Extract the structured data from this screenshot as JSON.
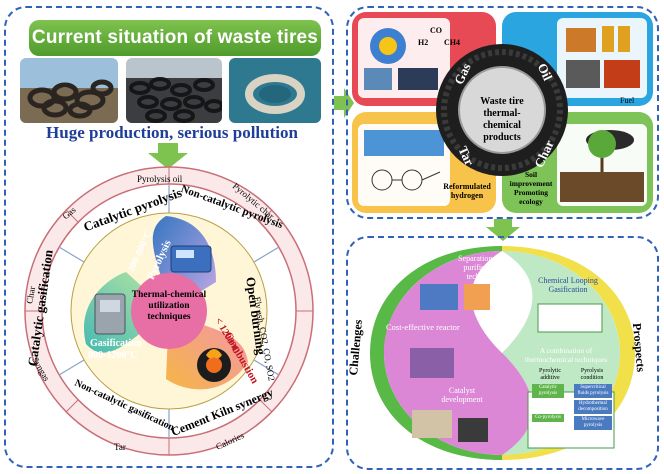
{
  "current": {
    "title": "Current situation of waste tires",
    "caption": "Huge production, serious pollution"
  },
  "wheel": {
    "outer_labels": [
      "Pyrolysis oil",
      "Gas",
      "Pyrolytic char",
      "Char",
      "Fly ash, CO2, CO, SO2",
      "Syngas",
      "Tar",
      "Calories"
    ],
    "segments": [
      "Catalytic pyrolysis",
      "Non-catalytic pyrolysis",
      "Open burning",
      "Cement Kiln synergy",
      "Non-catalytic gasification",
      "Catalytic gasification"
    ],
    "pyrolysis": "Pyrolysis",
    "pyrolysis_temp": "300-800°C",
    "combustion": "Combustion",
    "combustion_temp": "< 1200°C",
    "gasification": "Gasification",
    "gasification_temp": "800-1200°C",
    "center": "Thermal-chemical utilization techniques"
  },
  "products": {
    "center": "Waste tire thermal-chemical products",
    "gas": "Gas",
    "oil": "Oil",
    "tar": "Tar",
    "char": "Char",
    "fuel": "Fuel",
    "reformulated": "Reformulated hydrogen",
    "soil": "Soil improvement Promoting ecology",
    "chemicals": [
      "H2",
      "CO",
      "CH4"
    ]
  },
  "future": {
    "challenges": "Challenges",
    "prospects": "Prospects",
    "separation": "Separation and purification technique",
    "reactor": "Cost-effective reactor",
    "catalyst": "Catalyst development",
    "looping": "Chemical Looping Gasification",
    "combination": "A combination of thermochemical techniques",
    "pyrolytic_additive": "Pyrolytic additive",
    "pyrolysis_condition": "Pyrolysis condition",
    "boxes": [
      "Catalytic pyrolysis",
      "Supercritical fluids pyrolysis",
      "Hydrothermal decomposition",
      "Co-pyrolysis",
      "Microwave pyrolysis"
    ]
  }
}
